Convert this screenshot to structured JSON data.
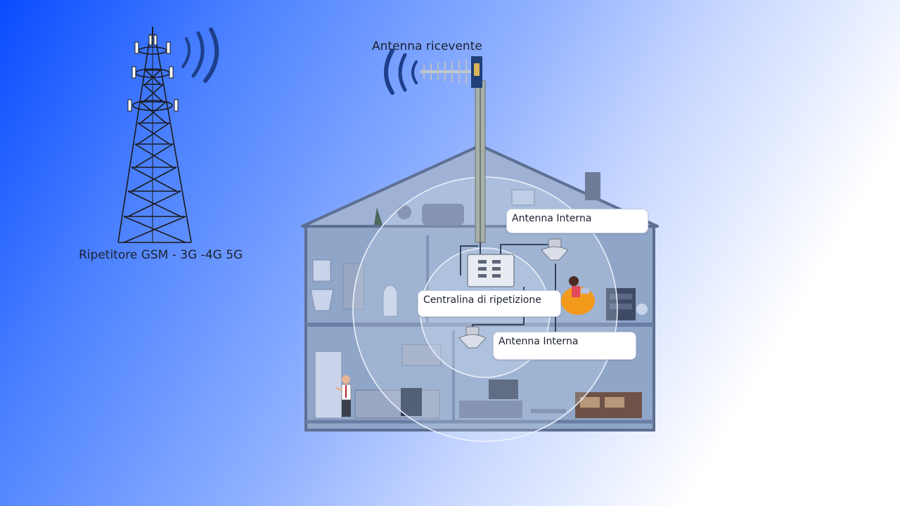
{
  "labels": {
    "tower": "Ripetitore GSM - 3G -4G 5G",
    "receiving_antenna": "Antenna ricevente",
    "indoor_antenna_top": "Antenna Interna",
    "repeater_unit": "Centralina di ripetizione",
    "indoor_antenna_bottom": "Antenna Interna"
  },
  "colors": {
    "tower": "#1a1a1a",
    "signal_waves": "#1d3e8a",
    "house_fill": "#8fa6c9",
    "house_outline": "#5d6f92",
    "coverage": "#dbe6f7",
    "cable": "#2b3550"
  }
}
